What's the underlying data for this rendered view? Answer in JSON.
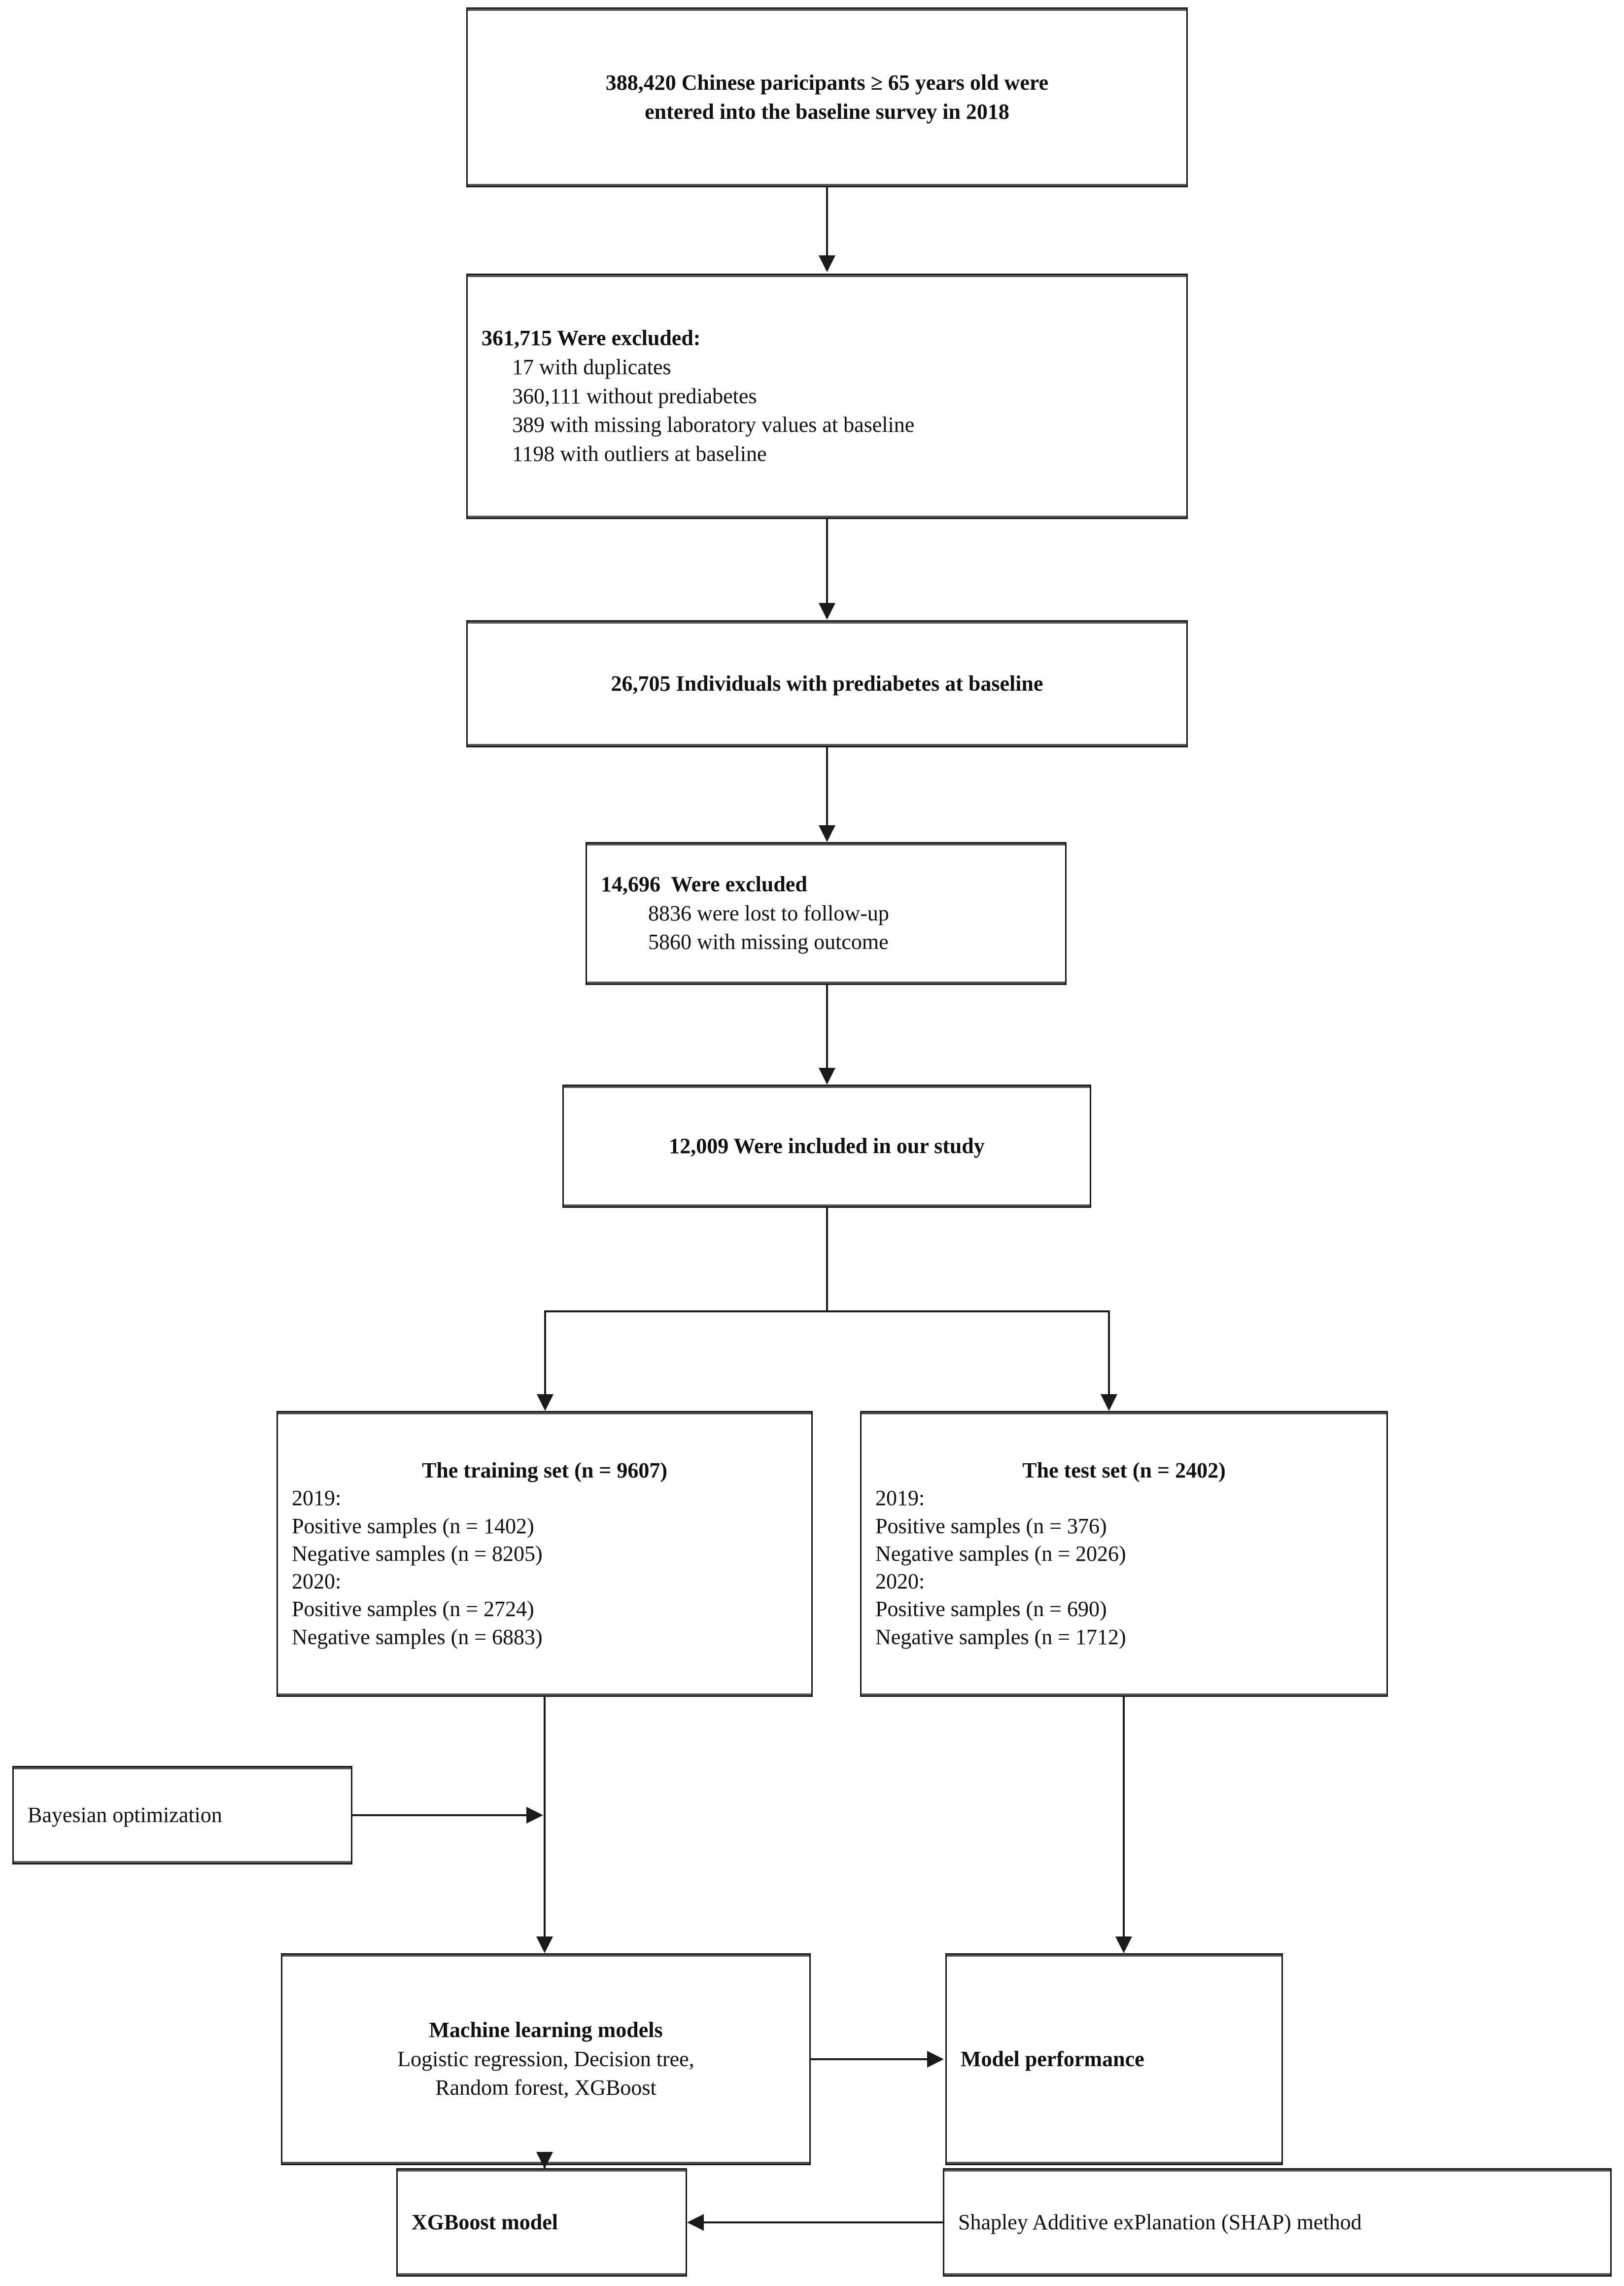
{
  "figure": {
    "type": "flowchart",
    "title": "Study population selection and machine learning analysis flow"
  },
  "nodes": {
    "baseline": {
      "line1": "388,420 Chinese paricipants ≥ 65 years old were",
      "line2": "entered into the baseline survey in 2018"
    },
    "excluded_baseline": {
      "heading": "361,715 Were excluded:",
      "item1": "17 with duplicates",
      "item2": "360,111 without prediabetes",
      "item3": "389 with missing laboratory values at baseline",
      "item4": "1198 with outliers at baseline"
    },
    "prediabetes": {
      "line1": "26,705 Individuals with prediabetes at baseline"
    },
    "excluded_followup": {
      "heading": "14,696  Were excluded",
      "item1": "8836 were lost to follow-up",
      "item2": "5860 with missing outcome"
    },
    "included": {
      "line1": "12,009 Were included in our study"
    },
    "training_set": {
      "heading": "The training set (n = 9607)",
      "year_2019": "2019:",
      "pos_2019": "Positive samples (n = 1402)",
      "neg_2019": "Negative samples (n = 8205)",
      "year_2020": "2020:",
      "pos_2020": "Positive samples (n = 2724)",
      "neg_2020": "Negative samples (n = 6883)"
    },
    "test_set": {
      "heading": "The test set (n = 2402)",
      "year_2019": "2019:",
      "pos_2019": "Positive samples (n = 376)",
      "neg_2019": "Negative samples (n = 2026)",
      "year_2020": "2020:",
      "pos_2020": "Positive samples (n = 690)",
      "neg_2020": "Negative samples (n = 1712)"
    },
    "bayesian": {
      "line1": "Bayesian optimization"
    },
    "ml_models": {
      "heading": "Machine learning models",
      "line2": "Logistic regression, Decision tree,",
      "line3": "Random forest, XGBoost"
    },
    "model_performance": {
      "line1": "Model performance"
    },
    "xgboost_model": {
      "line1": "XGBoost model"
    },
    "shap": {
      "line1": "Shapley Additive exPlanation (SHAP) method"
    }
  },
  "colors": {
    "stroke": "#1a1a1a",
    "background": "#ffffff",
    "text": "#111111"
  }
}
